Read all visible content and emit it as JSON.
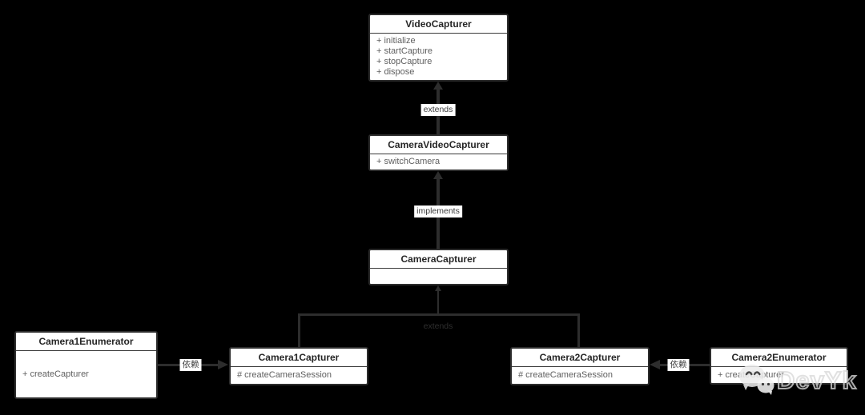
{
  "colors": {
    "background": "#000000",
    "box_fill": "#ffffff",
    "box_border": "#2d2d2d",
    "line": "#2d2d2d",
    "title_text": "#262626",
    "member_text": "#5f5f5f"
  },
  "classes": [
    {
      "name": "VideoCapturer",
      "members": [
        "+ initialize",
        "+ startCapture",
        "+ stopCapture",
        "+ dispose"
      ]
    },
    {
      "name": "CameraVideoCapturer",
      "members": [
        "+ switchCamera"
      ]
    },
    {
      "name": "CameraCapturer",
      "members": []
    },
    {
      "name": "Camera1Enumerator",
      "members": [
        "+ createCapturer"
      ]
    },
    {
      "name": "Camera1Capturer",
      "members": [
        "# createCameraSession"
      ]
    },
    {
      "name": "Camera2Capturer",
      "members": [
        "# createCameraSession"
      ]
    },
    {
      "name": "Camera2Enumerator",
      "members": [
        "+ createCapturer"
      ]
    }
  ],
  "edge_labels": {
    "extends_top": "extends",
    "implements": "implements",
    "extends_bottom": "extends",
    "depends_left": "依赖",
    "depends_right": "依赖"
  },
  "watermark": {
    "text": "DevYk"
  }
}
